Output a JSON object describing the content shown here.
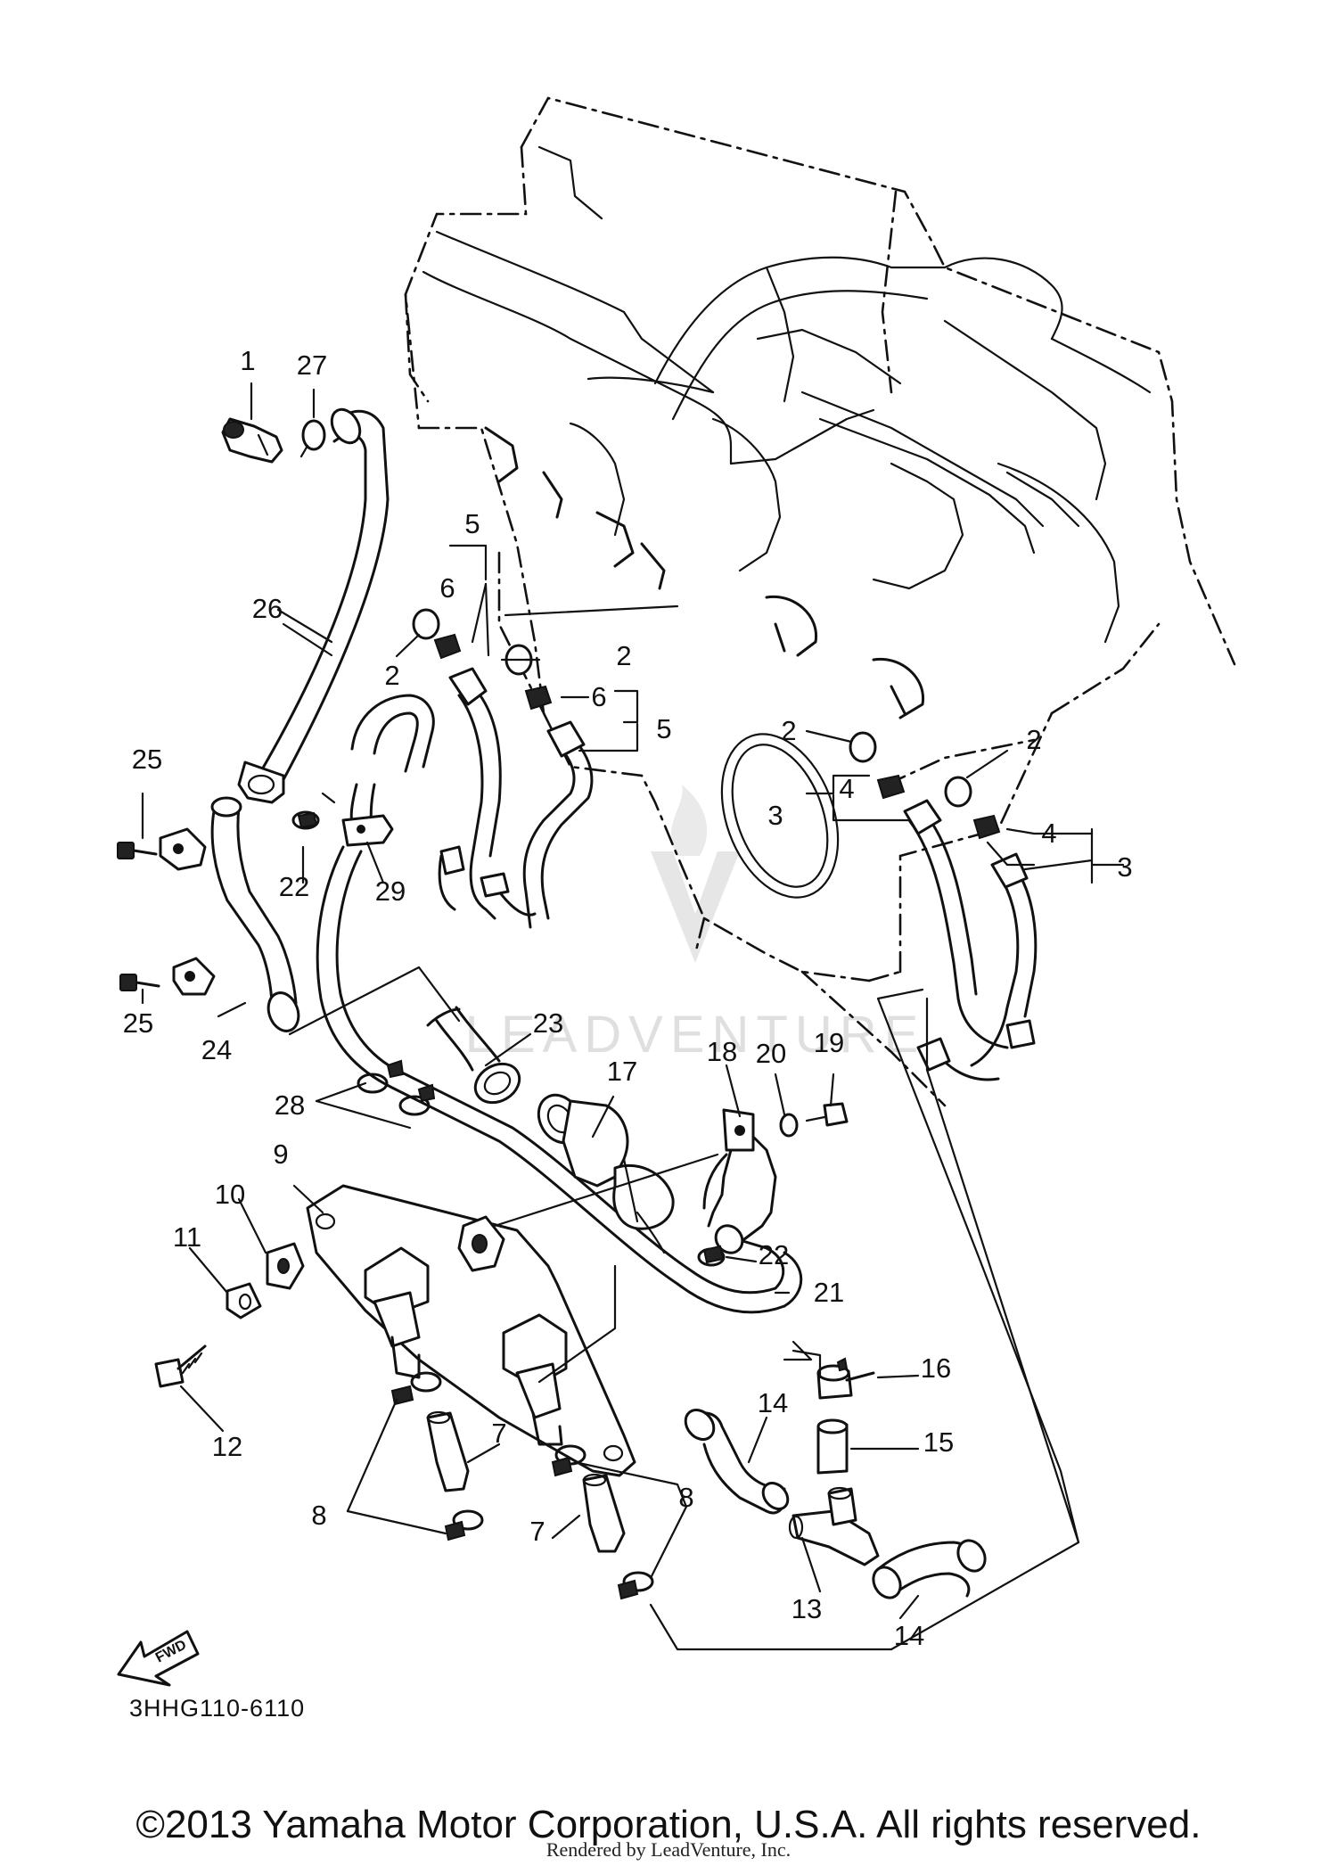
{
  "diagram": {
    "code": "3HHG110-6110",
    "direction_arrow": "FWD",
    "callouts": {
      "n1": "1",
      "n2": "2",
      "n3": "3",
      "n4": "4",
      "n5": "5",
      "n6": "6",
      "n7": "7",
      "n8": "8",
      "n9": "9",
      "n10": "10",
      "n11": "11",
      "n12": "12",
      "n13": "13",
      "n14": "14",
      "n15": "15",
      "n16": "16",
      "n17": "17",
      "n18": "18",
      "n19": "19",
      "n20": "20",
      "n21": "21",
      "n22": "22",
      "n23": "23",
      "n24": "24",
      "n25": "25",
      "n26": "26",
      "n27": "27",
      "n28": "28",
      "n29": "29"
    },
    "watermark": "LEADVENTURE"
  },
  "footer": {
    "copyright": "©2013 Yamaha Motor Corporation, U.S.A. All rights reserved.",
    "rendered_by": "Rendered by LeadVenture, Inc."
  }
}
